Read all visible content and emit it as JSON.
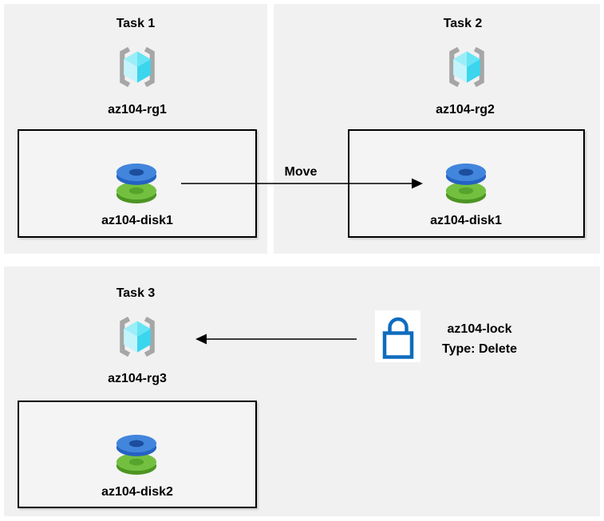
{
  "tasks": {
    "task1": {
      "title": "Task 1",
      "resource_group": "az104-rg1",
      "disk": "az104-disk1"
    },
    "task2": {
      "title": "Task 2",
      "resource_group": "az104-rg2",
      "disk": "az104-disk1"
    },
    "task3": {
      "title": "Task 3",
      "resource_group": "az104-rg3",
      "disk": "az104-disk2"
    }
  },
  "arrows": {
    "move_label": "Move"
  },
  "lock": {
    "name": "az104-lock",
    "type": "Type: Delete"
  },
  "icons": {
    "resource_group": "azure-resource-group-cube-in-brackets",
    "disk": "azure-managed-disk-stacked-donuts",
    "lock": "blue-padlock"
  },
  "colors": {
    "page_bg": "#ffffff",
    "panel_bg": "#f1f1f1",
    "box_bg": "#f4f4f4",
    "box_border": "#000000",
    "text": "#000000",
    "arrow": "#000000",
    "bracket_gray": "#a6a6a6",
    "cube_top_left": "#9beef7",
    "cube_top_right": "#66e4f4",
    "cube_bottom_left": "#c4f4fb",
    "cube_bottom_right": "#3bd5ee",
    "disk_blue_top": "#4285dc",
    "disk_blue_rim": "#2562c2",
    "disk_blue_hole": "#1c4e9e",
    "disk_green_top": "#73c041",
    "disk_green_rim": "#4c9423",
    "disk_green_hole": "#56a42b",
    "lock_blue": "#0f6cbd",
    "lock_bg": "#ffffff"
  }
}
